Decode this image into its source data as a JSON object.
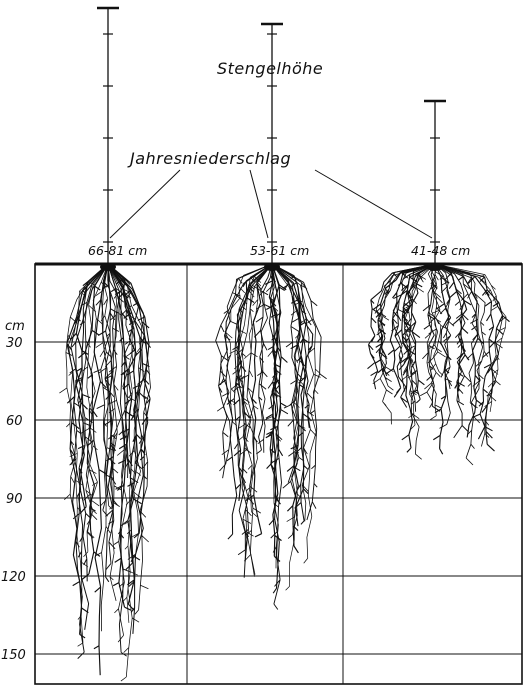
{
  "labels": {
    "stem_height": "Stengelhöhe",
    "annual_precipitation": "Jahresniederschlag",
    "depth_unit": "cm"
  },
  "depth_ticks": [
    "30",
    "60",
    "90",
    "120",
    "150"
  ],
  "plants": [
    {
      "precipitation": "66-81 cm",
      "root_depth": 160
    },
    {
      "precipitation": "53-61 cm",
      "root_depth": 132
    },
    {
      "precipitation": "41-48 cm",
      "root_depth": 75
    }
  ]
}
